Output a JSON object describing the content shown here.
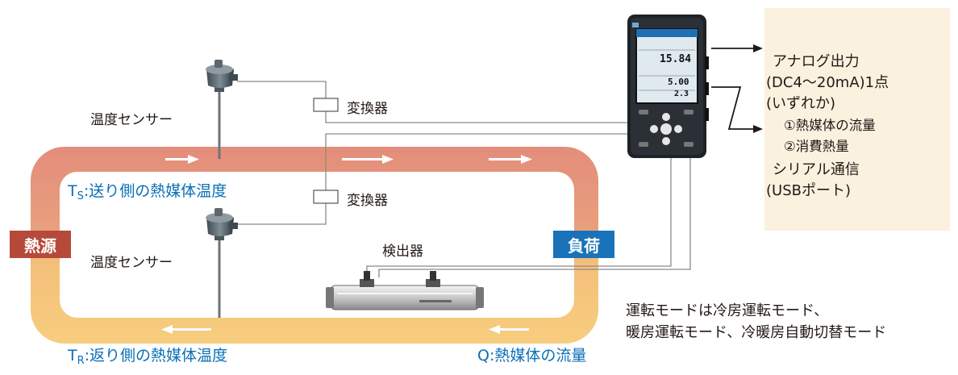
{
  "heat_source_label": "熱源",
  "load_label": "負荷",
  "ts": {
    "letter": "T",
    "sub": "S",
    "text": ":送り側の熱媒体温度"
  },
  "tr": {
    "letter": "T",
    "sub": "R",
    "text": ":返り側の熱媒体温度"
  },
  "flow_label": "Q:熱媒体の流量",
  "sensor_top_label": "温度センサー",
  "sensor_bottom_label": "温度センサー",
  "converter_top_label": "変換器",
  "converter_bottom_label": "変換器",
  "detector_label": "検出器",
  "output_panel": {
    "line1": "アナログ出力",
    "line2": "(DC4～20mA)1点",
    "line3": "(いずれか)",
    "line4": "①熱媒体の流量",
    "line5": "②消費熱量",
    "line6": "シリアル通信",
    "line7": "(USBポート)"
  },
  "mode_note": {
    "line1": "運転モードは冷房運転モード、",
    "line2": "暖房運転モード、冷暖房自動切替モード"
  },
  "device_screen": {
    "value1": "15.84",
    "value2": "5.00",
    "value3": "2.3"
  },
  "colors": {
    "supply_pipe": "#e38d7b",
    "return_pipe": "#f7c97a",
    "heat_source": "#b5493a",
    "load": "#1a73b8",
    "label_blue": "#0a6fb6",
    "panel_bg": "#fbf1df"
  }
}
